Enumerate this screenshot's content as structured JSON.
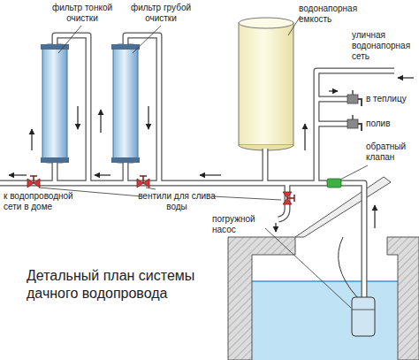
{
  "diagram": {
    "title": "Детальный план системы дачного водопровода",
    "labels": [
      "фильтр тонкой очистки",
      "фильтр грубой очистки",
      "водонапорная емкость",
      "уличная водонапорная сеть",
      "в теплицу",
      "полив",
      "обратный клапан",
      "к водопроводной сети в доме",
      "вентили для слива воды",
      "погружной насос"
    ]
  }
}
